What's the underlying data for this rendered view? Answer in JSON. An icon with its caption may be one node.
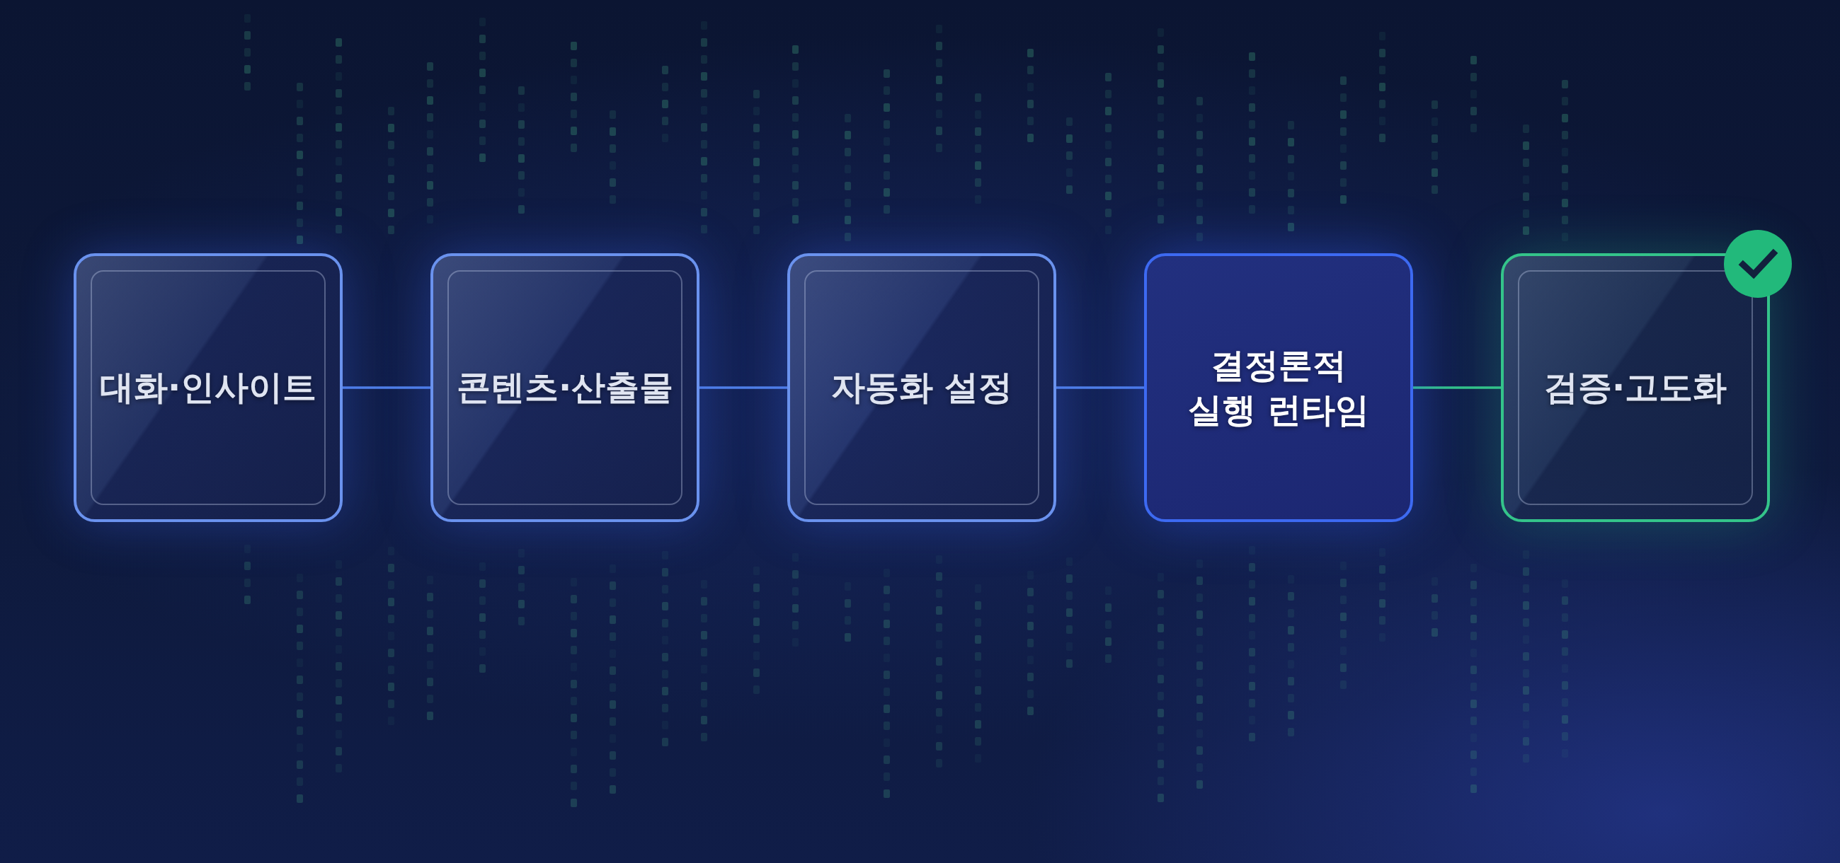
{
  "diagram": {
    "nodes": [
      {
        "text": [
          "대화·인사이트"
        ]
      },
      {
        "text": [
          "콘텐츠·산출물"
        ]
      },
      {
        "text": [
          "자동화 설정"
        ]
      },
      {
        "text": [
          "결정론적 실행 런타임"
        ]
      },
      {
        "text": [
          "검증·고도화"
        ]
      }
    ],
    "edges": [
      {
        "from": 0,
        "to": 1,
        "arrow": "none"
      },
      {
        "from": 1,
        "to": 2,
        "arrow": "none"
      },
      {
        "from": 2,
        "to": 3,
        "arrow": "none"
      },
      {
        "from": 3,
        "to": 4,
        "arrow": "none",
        "color": "#34c48a"
      }
    ]
  }
}
